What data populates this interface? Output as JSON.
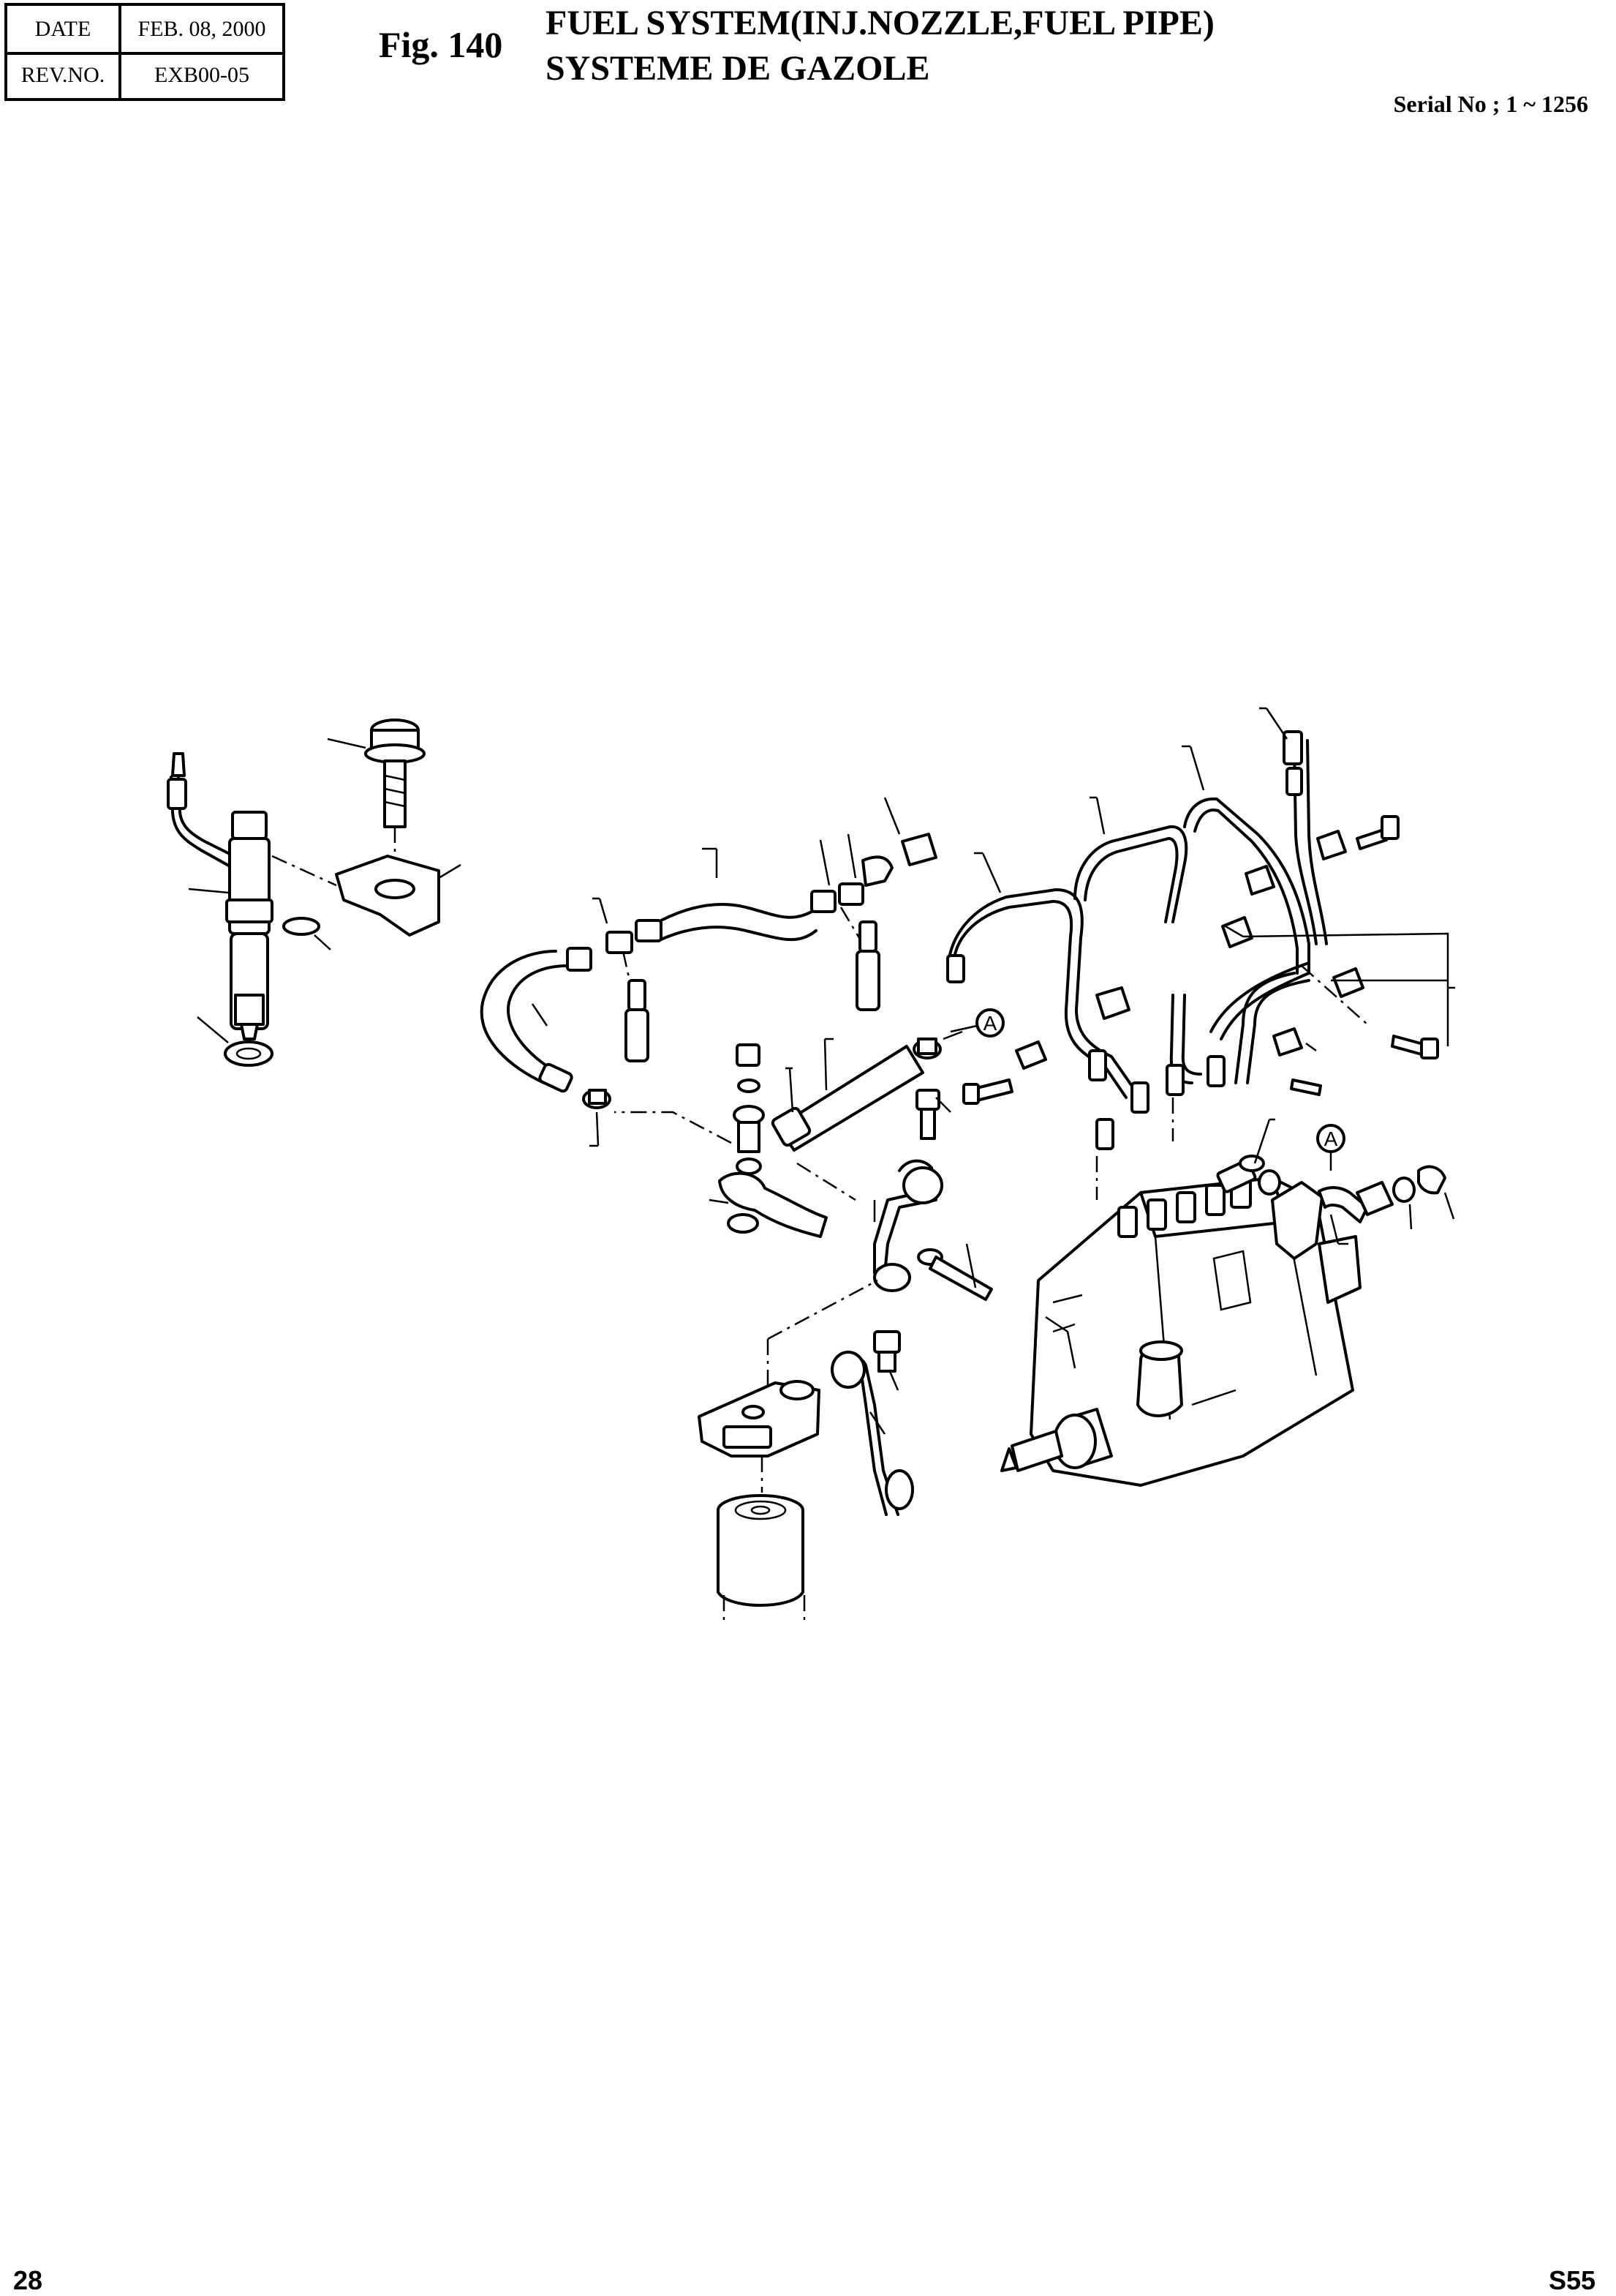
{
  "header": {
    "date_label": "DATE",
    "date_value": "FEB. 08, 2000",
    "rev_label": "REV.NO.",
    "rev_value": "EXB00-05",
    "fig_label": "Fig. 140",
    "title_en": "FUEL SYSTEM(INJ.NOZZLE,FUEL PIPE)",
    "title_fr": "SYSTEME DE GAZOLE",
    "serial": "Serial No ; 1 ~ 1256"
  },
  "diagram": {
    "ref_marks": [
      "A",
      "A"
    ]
  },
  "footer": {
    "page_number": "28",
    "model_code": "S55"
  }
}
